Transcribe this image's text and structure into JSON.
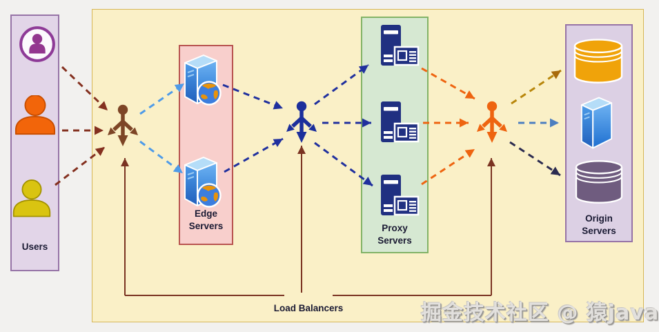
{
  "canvas": {
    "background": "#F2F1EF",
    "main_panel_fill": "#FAF0C7",
    "main_panel_border": "#D6B656"
  },
  "groups": {
    "users": {
      "label": "Users",
      "fill": "#E2D5E8",
      "border": "#9673A6",
      "icons": [
        "user-circle-icon",
        "user-orange-icon",
        "user-yellow-icon"
      ]
    },
    "edge": {
      "label": "Edge Servers",
      "fill": "#F8CFCC",
      "border": "#B85450",
      "server_count": 2
    },
    "proxy": {
      "label": "Proxy Servers",
      "fill": "#D6E8D2",
      "border": "#82B366",
      "server_count": 3
    },
    "origin": {
      "label": "Origin Servers",
      "fill": "#DCD0E4",
      "border": "#9673A6",
      "icons": [
        "database-orange-icon",
        "server-tower-icon",
        "database-purple-icon"
      ]
    },
    "load_balancers": {
      "label": "Load Balancers",
      "count": 3,
      "icon_colors": [
        "#7D4526",
        "#1C2F9C",
        "#EE6410"
      ],
      "connector_color": "#7A3322"
    }
  },
  "flows": [
    {
      "from": "Users",
      "to": "Load Balancer 1",
      "color": "#84301F",
      "style": "dashed",
      "lines": 3
    },
    {
      "from": "Load Balancer 1",
      "to": "Edge Servers",
      "color": "#4E9BE8",
      "style": "dashed",
      "lines": 2
    },
    {
      "from": "Edge Servers",
      "to": "Load Balancer 2",
      "color": "#20309E",
      "style": "dashed",
      "lines": 2
    },
    {
      "from": "Load Balancer 2",
      "to": "Proxy Servers",
      "color": "#20309E",
      "style": "dashed",
      "lines": 3
    },
    {
      "from": "Proxy Servers",
      "to": "Load Balancer 3",
      "color": "#EE6410",
      "style": "dashed",
      "lines": 3
    },
    {
      "from": "Load Balancer 3",
      "to": "Origin Servers",
      "colors": [
        "#B8860B",
        "#4B7EC0",
        "#2B2B50"
      ],
      "style": "dashed",
      "lines": 3
    }
  ],
  "watermark": {
    "text": "掘金技术社区 @ 猿java",
    "color": "#E2E0DD"
  }
}
